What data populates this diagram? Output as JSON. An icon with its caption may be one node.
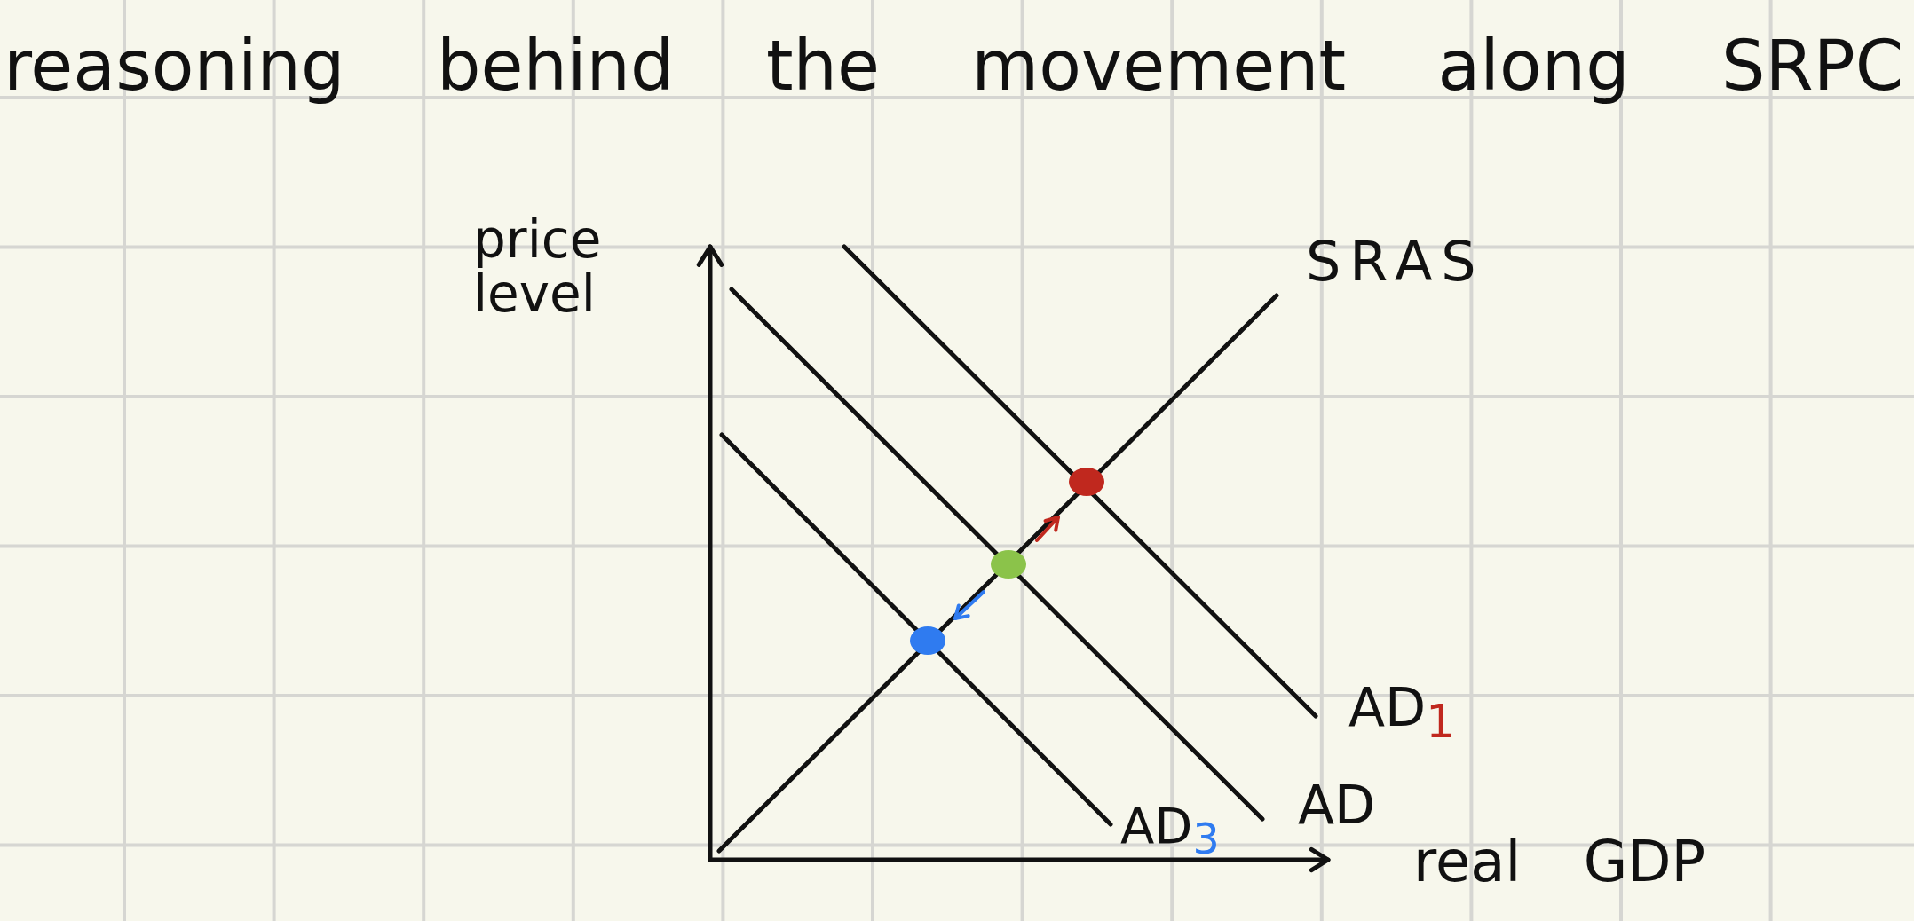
{
  "diagram": {
    "title": "reasoning behind the movement along SRPC",
    "labels": [
      "price level",
      "SRAS",
      "AD$_{1}$",
      "AD",
      "AD$_{3}$",
      "real GDP"
    ]
  }
}
